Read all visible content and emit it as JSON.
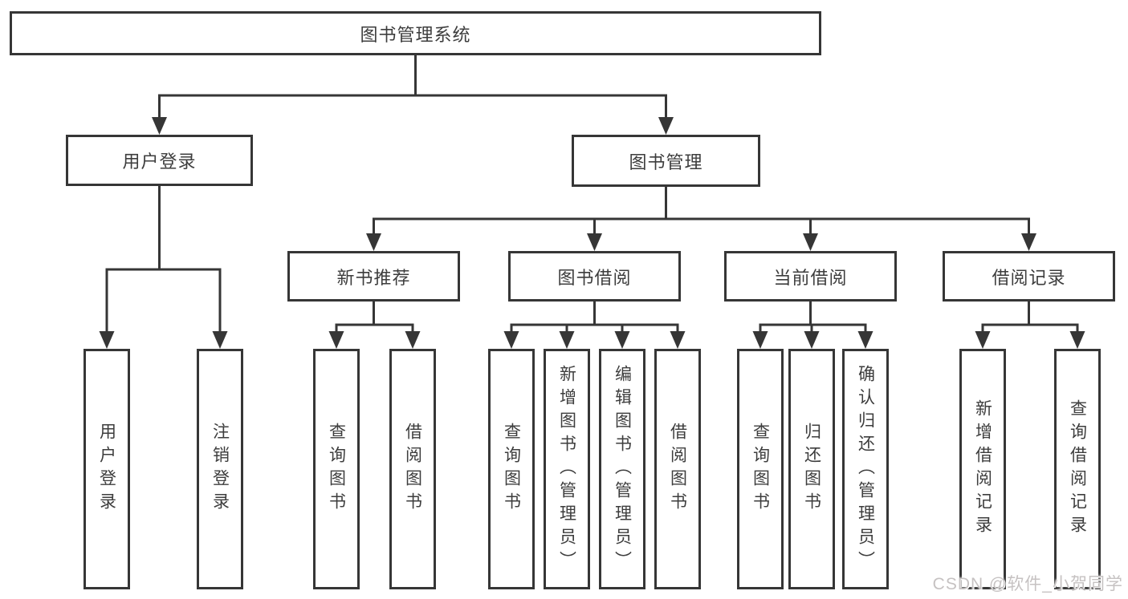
{
  "diagram": {
    "type": "hierarchy-tree",
    "root": {
      "label": "图书管理系统",
      "children": [
        {
          "label": "用户登录",
          "children": [
            {
              "label": "用户登录"
            },
            {
              "label": "注销登录"
            }
          ]
        },
        {
          "label": "图书管理",
          "children": [
            {
              "label": "新书推荐",
              "children": [
                {
                  "label": "查询图书"
                },
                {
                  "label": "借阅图书"
                }
              ]
            },
            {
              "label": "图书借阅",
              "children": [
                {
                  "label": "查询图书"
                },
                {
                  "label": "新增图书（管理员）"
                },
                {
                  "label": "编辑图书（管理员）"
                },
                {
                  "label": "借阅图书"
                }
              ]
            },
            {
              "label": "当前借阅",
              "children": [
                {
                  "label": "查询图书"
                },
                {
                  "label": "归还图书"
                },
                {
                  "label": "确认归还（管理员）"
                }
              ]
            },
            {
              "label": "借阅记录",
              "children": [
                {
                  "label": "新增借阅记录"
                },
                {
                  "label": "查询借阅记录"
                }
              ]
            }
          ]
        }
      ]
    }
  },
  "watermark": {
    "text": "CSDN @软件_小贺同学"
  },
  "colors": {
    "line": "#363636",
    "box_border": "#363636",
    "text": "#3d3d3d",
    "background": "#ffffff",
    "watermark": "#c6c2c2"
  }
}
